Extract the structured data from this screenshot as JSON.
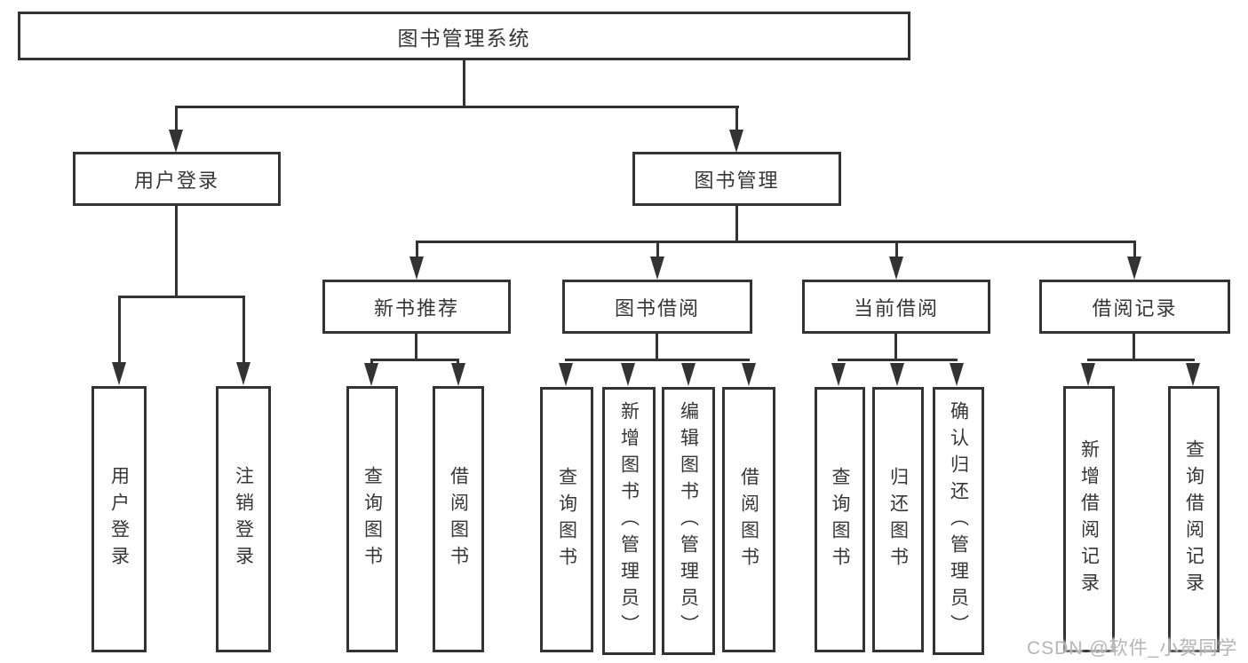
{
  "colors": {
    "line": "#333333",
    "text": "#363636",
    "background": "#ffffff",
    "watermark": "#b5b5b5"
  },
  "watermark": {
    "text": "CSDN @软件_小贺同学"
  },
  "tree": {
    "label": "图书管理系统",
    "children": [
      {
        "label": "用户登录",
        "children": [
          {
            "label": "用户登录"
          },
          {
            "label": "注销登录"
          }
        ]
      },
      {
        "label": "图书管理",
        "children": [
          {
            "label": "新书推荐",
            "children": [
              {
                "label": "查询图书"
              },
              {
                "label": "借阅图书"
              }
            ]
          },
          {
            "label": "图书借阅",
            "children": [
              {
                "label": "查询图书"
              },
              {
                "label": "新增图书（管理员）"
              },
              {
                "label": "编辑图书（管理员）"
              },
              {
                "label": "借阅图书"
              }
            ]
          },
          {
            "label": "当前借阅",
            "children": [
              {
                "label": "查询图书"
              },
              {
                "label": "归还图书"
              },
              {
                "label": "确认归还（管理员）"
              }
            ]
          },
          {
            "label": "借阅记录",
            "children": [
              {
                "label": "新增借阅记录"
              },
              {
                "label": "查询借阅记录"
              }
            ]
          }
        ]
      }
    ]
  }
}
